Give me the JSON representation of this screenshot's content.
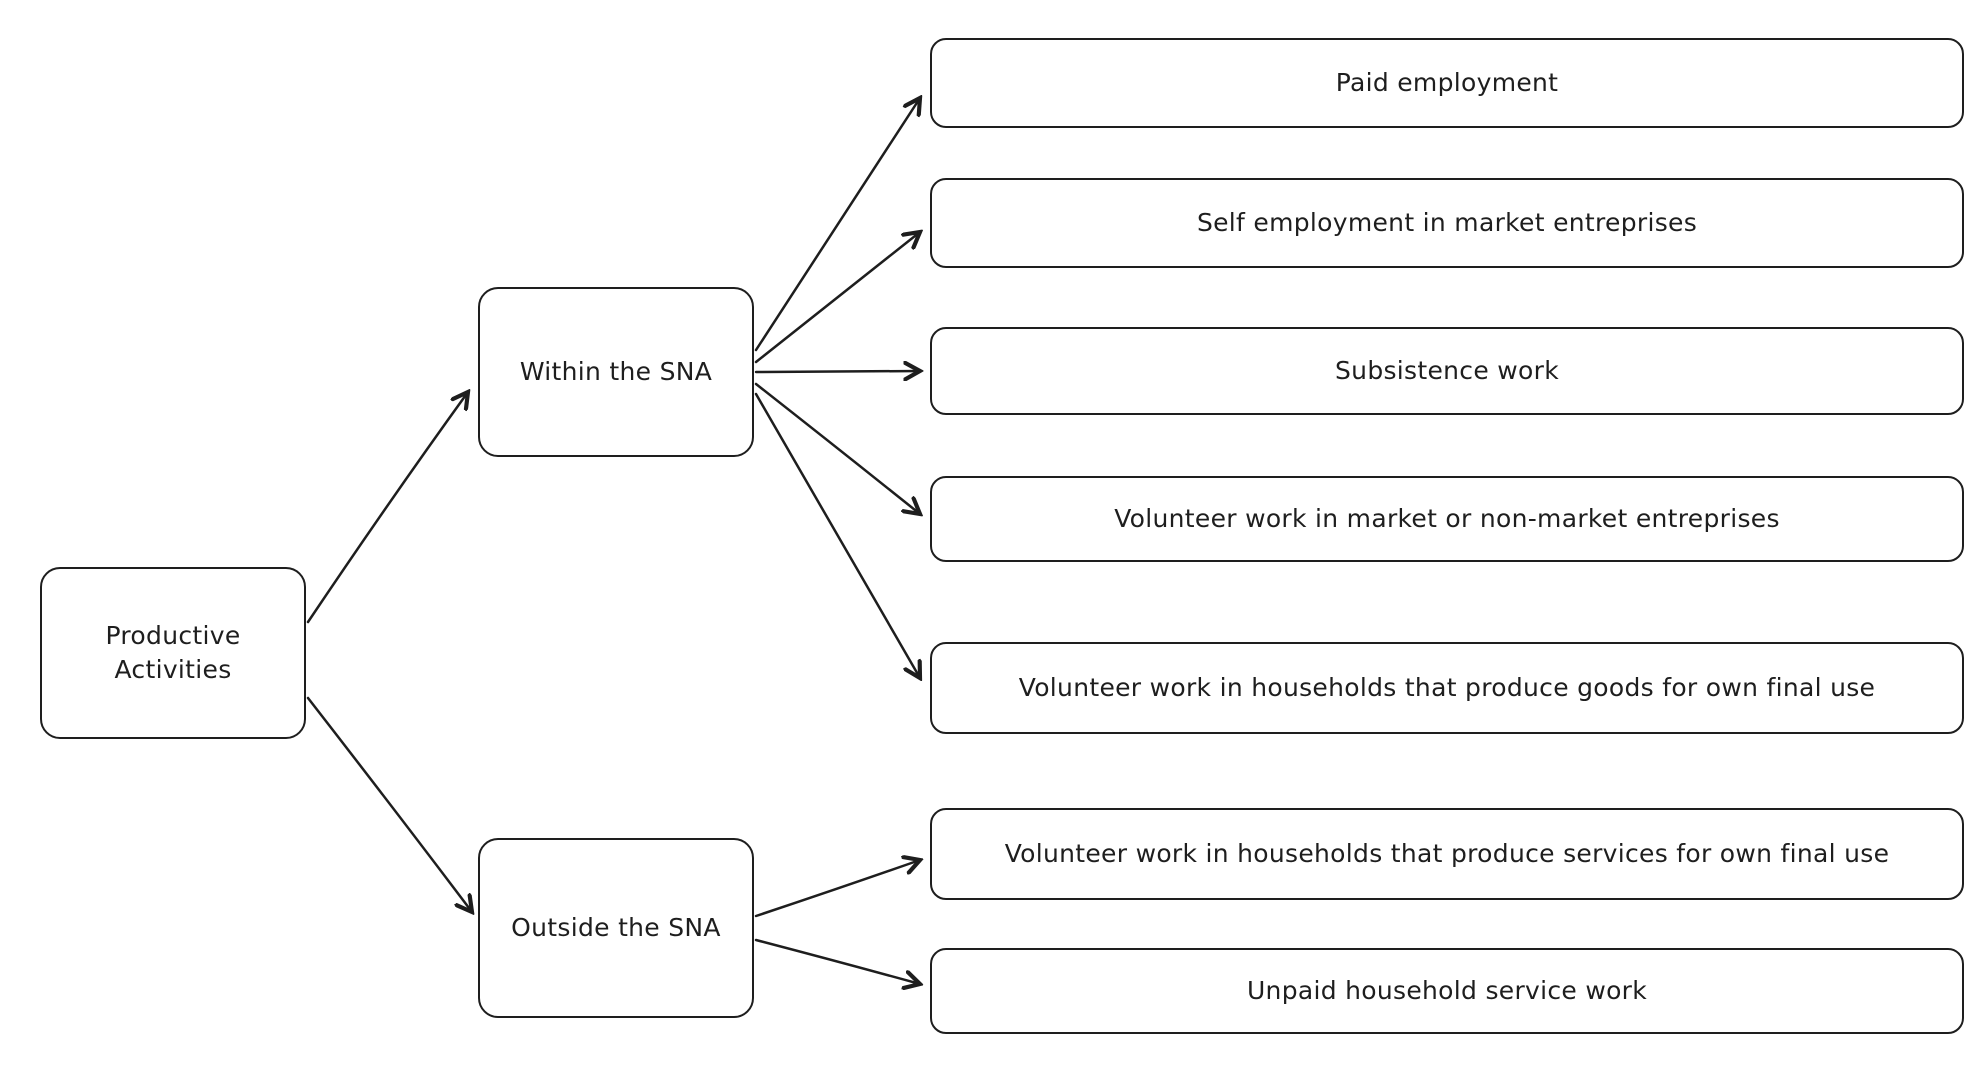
{
  "diagram": {
    "root": {
      "label": "Productive Activities"
    },
    "branches": {
      "within": {
        "label": "Within the SNA"
      },
      "outside": {
        "label": "Outside the SNA"
      }
    },
    "within_leaves": [
      "Paid employment",
      "Self employment in market entreprises",
      "Subsistence work",
      "Volunteer work in market or non-market entreprises",
      "Volunteer work in households that produce goods for own final use"
    ],
    "outside_leaves": [
      "Volunteer work in households that produce services for own final use",
      "Unpaid household service work"
    ],
    "colors": {
      "stroke": "#1e1e1e",
      "background": "#ffffff"
    }
  }
}
